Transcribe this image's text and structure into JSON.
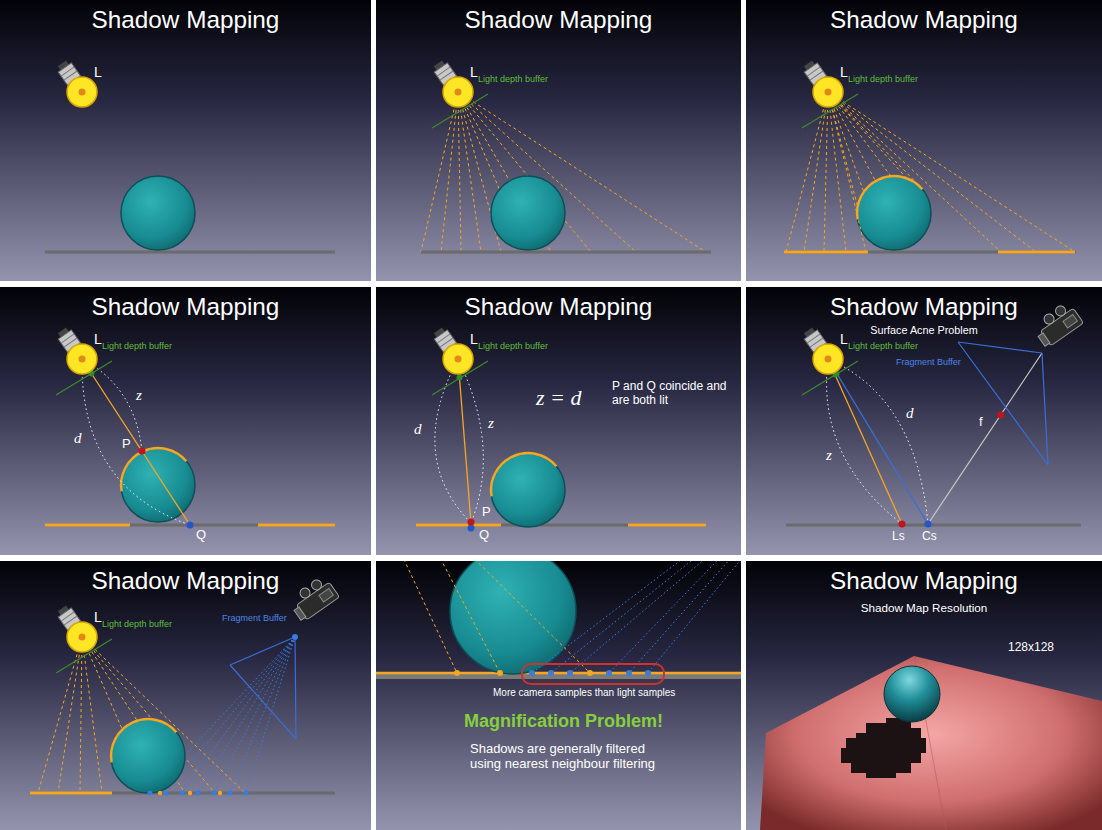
{
  "diagram": {
    "nodes": [
      {
        "text": [
          "Shadow Mapping"
        ]
      },
      {
        "text": [
          "Shadow Mapping"
        ]
      },
      {
        "text": [
          "Shadow Mapping"
        ]
      },
      {
        "text": [
          "Shadow Mapping"
        ]
      },
      {
        "text": [
          "Shadow Mapping"
        ]
      },
      {
        "text": [
          "Shadow Mapping",
          "Surface Acne Problem"
        ]
      },
      {
        "text": [
          "Shadow Mapping"
        ]
      },
      {
        "text": [
          "Magnification Problem!",
          "Shadows are generally filtered using nearest neighbour filtering"
        ]
      },
      {
        "text": [
          "Shadow Mapping",
          "Shadow Map Resolution"
        ]
      }
    ],
    "labels": [
      "L",
      "L",
      "Light depth buffer",
      "L",
      "Light depth buffer",
      "L",
      "Light depth buffer",
      "z",
      "d",
      "P",
      "Q",
      "L",
      "Light depth buffer",
      "z = d",
      "P and Q coincide and are both lit",
      "d",
      "z",
      "P",
      "Q",
      "L",
      "Light depth buffer",
      "Fragment Buffer",
      "d",
      "z",
      "f",
      "Ls",
      "Cs",
      "L",
      "Light depth buffer",
      "Fragment Buffer",
      "More camera samples than light samples",
      "128x128"
    ]
  }
}
